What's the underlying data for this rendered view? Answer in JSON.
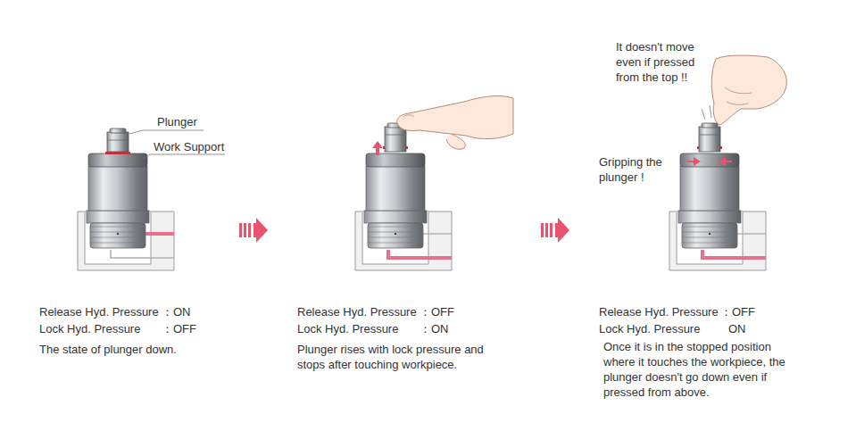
{
  "diagram": {
    "labels": [
      "Plunger",
      "Work Support",
      "Release Hyd. Pressure",
      "：ON",
      "Lock Hyd. Pressure",
      "：OFF",
      "The state of plunger down.",
      "Release Hyd. Pressure",
      "：OFF",
      "Lock Hyd. Pressure",
      "：ON",
      "Plunger rises with lock pressure and stops after touching workpiece.",
      "It doesn't move even if pressed from the top !!",
      "Gripping the plunger !",
      "Release Hyd. Pressure",
      "：OFF",
      "Lock Hyd. Pressure",
      "ON",
      "Once it is in the stopped position where it touches the workpiece, the plunger doesn't go down even if pressed from above."
    ]
  }
}
